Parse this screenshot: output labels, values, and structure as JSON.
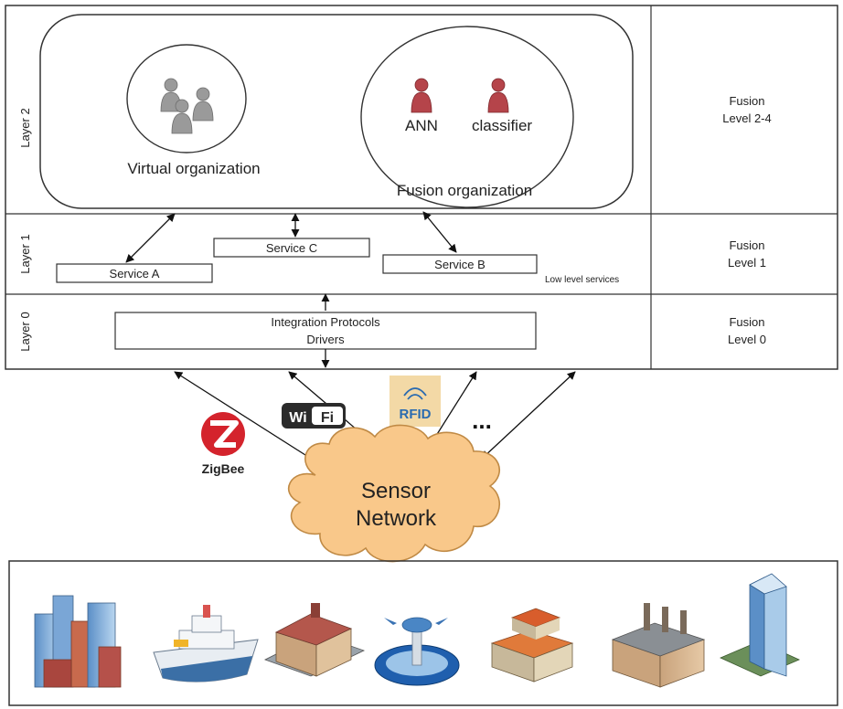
{
  "layers": {
    "layer2": {
      "label": "Layer 2",
      "fusion_line1": "Fusion",
      "fusion_line2": "Level 2-4",
      "virtual_org": "Virtual organization",
      "fusion_org": "Fusion organization",
      "ann": "ANN",
      "classifier": "classifier"
    },
    "layer1": {
      "label": "Layer 1",
      "fusion_line1": "Fusion",
      "fusion_line2": "Level 1",
      "service_a": "Service A",
      "service_b": "Service B",
      "service_c": "Service C",
      "low_level": "Low level services"
    },
    "layer0": {
      "label": "Layer 0",
      "fusion_line1": "Fusion",
      "fusion_line2": "Level 0",
      "protocols": "Integration Protocols",
      "drivers": "Drivers"
    }
  },
  "network": {
    "cloud_line1": "Sensor",
    "cloud_line2": "Network",
    "zigbee": "ZigBee",
    "wifi_left": "Wi",
    "wifi_right": "Fi",
    "rfid": "RFID",
    "ellipsis": "..."
  },
  "icons": [
    "city-icon",
    "ship-icon",
    "house-icon",
    "airport-icon",
    "complex-icon",
    "factory-icon",
    "skyscraper-icon"
  ],
  "colors": {
    "cloud": "#f9c88a",
    "person_gray": "#9a9a9a",
    "person_red": "#b5444a",
    "zigbee_red": "#d4232c"
  }
}
